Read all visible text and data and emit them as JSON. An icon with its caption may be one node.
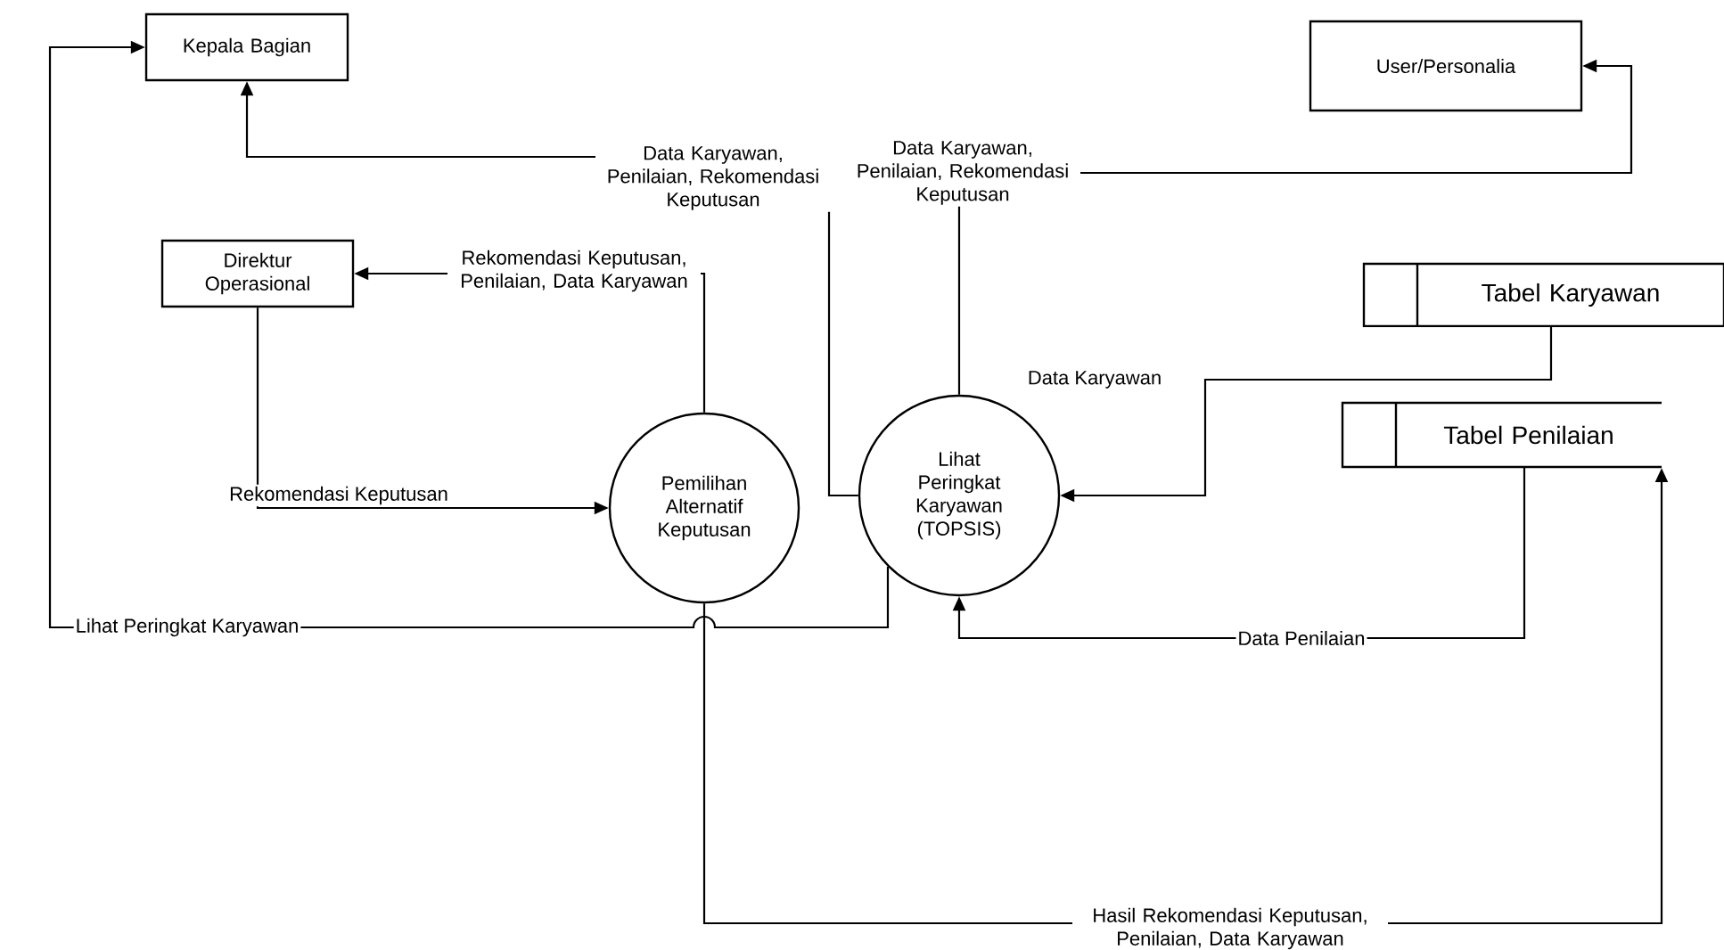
{
  "diagram": {
    "nodes": [
      {
        "text": [
          "Kepala Bagian"
        ]
      },
      {
        "text": [
          "User/Personalia"
        ]
      },
      {
        "text": [
          "Direktur Operasional"
        ]
      },
      {
        "text": [
          "Tabel Karyawan"
        ]
      },
      {
        "text": [
          "Tabel Penilaian"
        ]
      },
      {
        "text": [
          "Pemilihan Alternatif Keputusan"
        ]
      },
      {
        "text": [
          "Lihat Peringkat Karyawan (TOPSIS)"
        ]
      }
    ],
    "edges": [
      {
        "from": 6,
        "to": 0,
        "arrow": "to",
        "label": "Data Karyawan, Penilaian, Rekomendasi Keputusan"
      },
      {
        "from": 6,
        "to": 1,
        "arrow": "to",
        "label": "Data Karyawan, Penilaian, Rekomendasi Keputusan"
      },
      {
        "from": 5,
        "to": 2,
        "arrow": "to",
        "label": "Rekomendasi Keputusan, Penilaian, Data Karyawan"
      },
      {
        "from": 2,
        "to": 5,
        "arrow": "to",
        "label": "Rekomendasi Keputusan"
      },
      {
        "from": 6,
        "to": 0,
        "arrow": "to",
        "label": "Lihat Peringkat Karyawan"
      },
      {
        "from": 5,
        "to": 4,
        "arrow": "to",
        "label": "Hasil Rekomendasi Keputusan, Penilaian, Data Karyawan"
      },
      {
        "from": 3,
        "to": 6,
        "arrow": "to",
        "label": "Data Karyawan"
      },
      {
        "from": 4,
        "to": 6,
        "arrow": "to",
        "label": "Data Penilaian"
      }
    ]
  }
}
